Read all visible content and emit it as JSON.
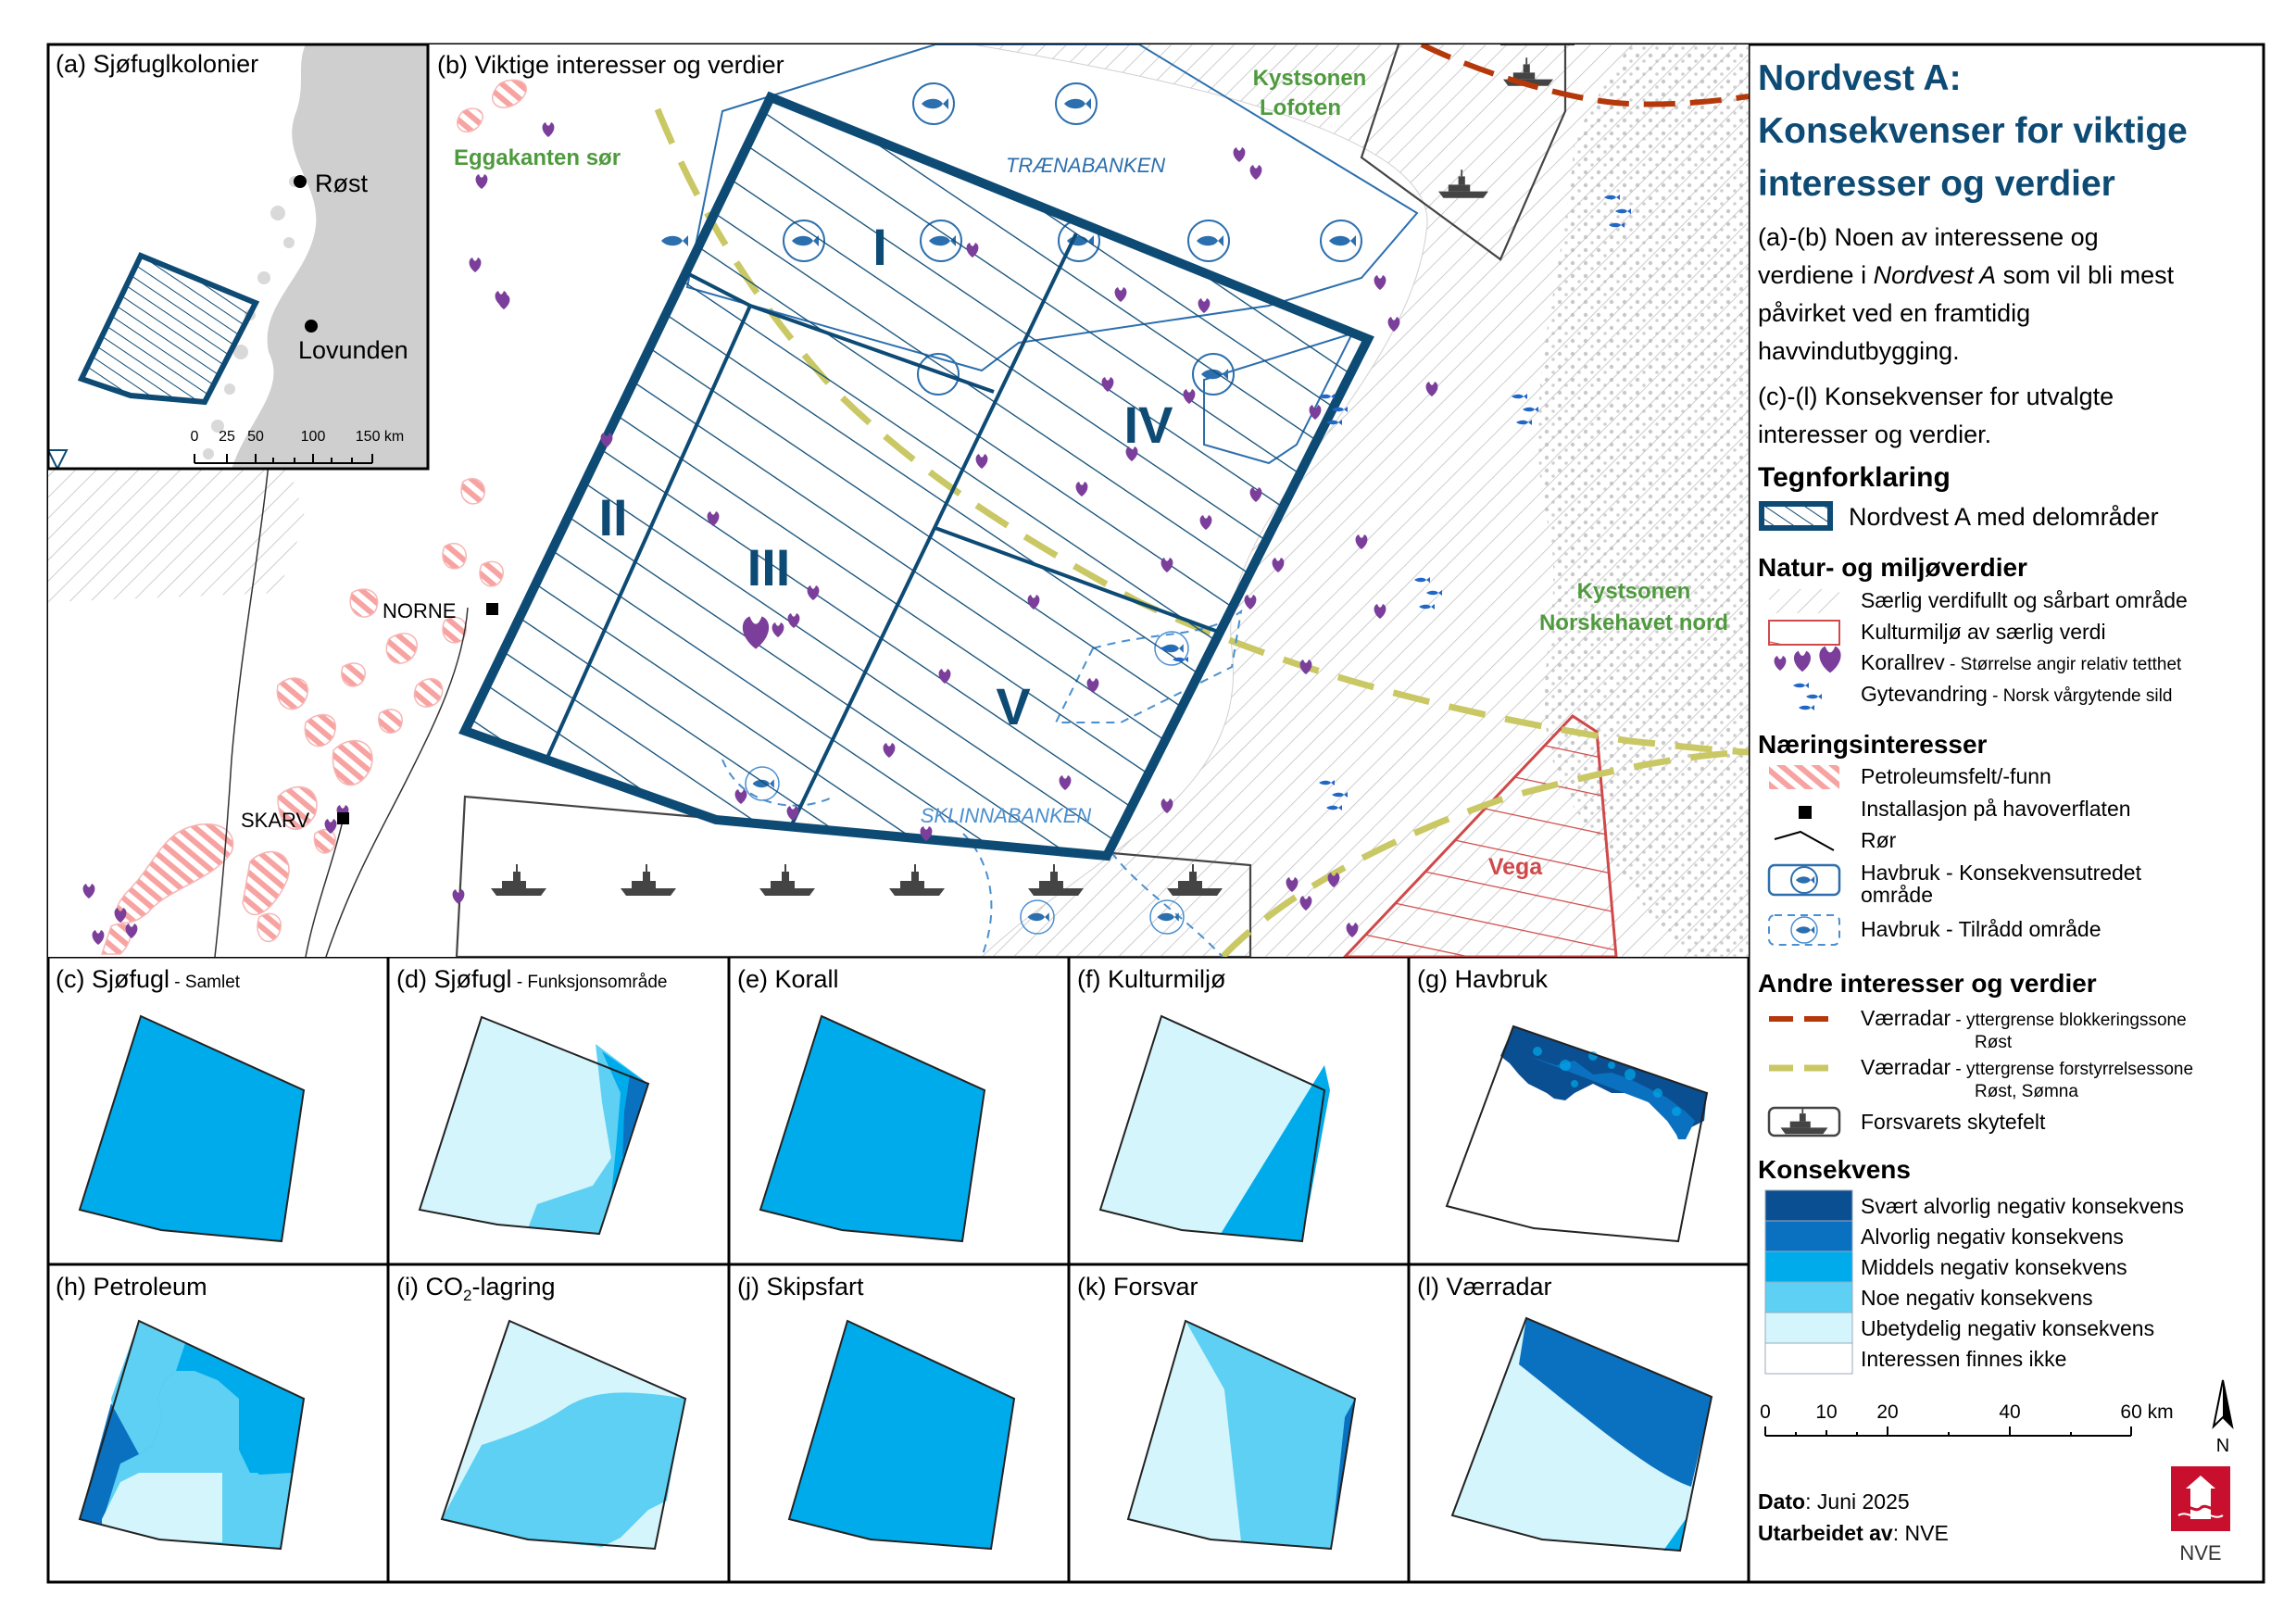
{
  "panels": {
    "a": {
      "title": "(a) Sjøfuglkolonier",
      "places": [
        "Røst",
        "Lovunden"
      ],
      "scale_ticks": [
        "0",
        "25",
        "50",
        "100",
        "150 km"
      ]
    },
    "b": {
      "title": "(b) Viktige interesser og verdier",
      "labels": {
        "eggakanten": "Eggakanten sør",
        "kyst_lofoten_1": "Kystsonen",
        "kyst_lofoten_2": "Lofoten",
        "traenabanken": "TRÆNABANKEN",
        "sklinnabanken": "SKLINNABANKEN",
        "kyst_nord_1": "Kystsonen",
        "kyst_nord_2": "Norskehavet nord",
        "vega": "Vega",
        "norne": "NORNE",
        "skarv": "SKARV",
        "sub_I": "I",
        "sub_II": "II",
        "sub_III": "III",
        "sub_IV": "IV",
        "sub_V": "V"
      }
    },
    "small": [
      {
        "id": "c",
        "title": "(c) Sjøfugl",
        "suffix": " - Samlet"
      },
      {
        "id": "d",
        "title": "(d) Sjøfugl",
        "suffix": " - Funksjonsområde"
      },
      {
        "id": "e",
        "title": "(e) Korall",
        "suffix": ""
      },
      {
        "id": "f",
        "title": "(f) Kulturmiljø",
        "suffix": ""
      },
      {
        "id": "g",
        "title": "(g) Havbruk",
        "suffix": ""
      },
      {
        "id": "h",
        "title": "(h) Petroleum",
        "suffix": ""
      },
      {
        "id": "i",
        "title": "(i) CO",
        "sub": "2",
        "after": "-lagring"
      },
      {
        "id": "j",
        "title": "(j) Skipsfart",
        "suffix": ""
      },
      {
        "id": "k",
        "title": "(k) Forsvar",
        "suffix": ""
      },
      {
        "id": "l",
        "title": "(l) Værradar",
        "suffix": ""
      }
    ]
  },
  "legend": {
    "title1": "Nordvest A:",
    "title2": "Konsekvenser for viktige",
    "title3": "interesser og verdier",
    "desc_ab_pre": "(a)-(b) Noen av interessene og",
    "desc_ab_l2_pre": "verdiene i ",
    "desc_ab_l2_em": "Nordvest A",
    "desc_ab_l2_post": " som vil bli mest",
    "desc_ab_l3": "påvirket ved en framtidig",
    "desc_ab_l4": "havvindutbygging.",
    "desc_cl_1": "(c)-(l) Konsekvenser for utvalgte",
    "desc_cl_2": "interesser og verdier.",
    "heading": "Tegnforklaring",
    "area_label": "Nordvest A med delområder",
    "natur_heading": "Natur- og miljøverdier",
    "natur": [
      {
        "label": "Særlig verdifullt og sårbart område",
        "note": ""
      },
      {
        "label": "Kulturmiljø av særlig verdi",
        "note": ""
      },
      {
        "label": "Korallrev",
        "note": " - Størrelse angir relativ tetthet"
      },
      {
        "label": "Gytevandring",
        "note": " - Norsk vårgytende sild"
      }
    ],
    "naering_heading": "Næringsinteresser",
    "naering": [
      {
        "label": "Petroleumsfelt/-funn"
      },
      {
        "label": "Installasjon på havoverflaten"
      },
      {
        "label": "Rør"
      },
      {
        "label": "Havbruk - Konsekvensutredet",
        "label2": "område"
      },
      {
        "label": "Havbruk - Tilrådd område"
      }
    ],
    "andre_heading": "Andre interesser og verdier",
    "andre": [
      {
        "label": "Værradar",
        "note": " - yttergrense blokkeringssone",
        "note2": "Røst"
      },
      {
        "label": "Værradar",
        "note": " - yttergrense forstyrrelsessone",
        "note2": "Røst, Sømna"
      },
      {
        "label": "Forsvarets skytefelt"
      }
    ],
    "konsekvens_heading": "Konsekvens",
    "konsekvens": [
      {
        "label": "Svært alvorlig negativ konsekvens",
        "color": "#0a4f91"
      },
      {
        "label": "Alvorlig negativ konsekvens",
        "color": "#0a71c1"
      },
      {
        "label": "Middels negativ konsekvens",
        "color": "#00abeb"
      },
      {
        "label": "Noe negativ konsekvens",
        "color": "#5dd0f3"
      },
      {
        "label": "Ubetydelig negativ konsekvens",
        "color": "#d4f5fc"
      },
      {
        "label": "Interessen finnes ikke",
        "color": "#ffffff"
      }
    ],
    "scale_ticks": [
      "0",
      "10",
      "20",
      "40",
      "60 km"
    ],
    "north": "N",
    "date_label": "Dato",
    "date_value": ": Juni 2025",
    "author_label": "Utarbeidet av",
    "author_value": ": NVE",
    "logo_text": "NVE"
  },
  "colors": {
    "outline": "#0d4a74",
    "blue": "#2c6fae",
    "radar_block": "#b5380a",
    "radar_dist": "#c9c865",
    "culture": "#d0494a",
    "petro": "#f9a7a6",
    "coral": "#7b3f9b",
    "green_text": "#4f9a3e",
    "logo": "#c8102e"
  }
}
